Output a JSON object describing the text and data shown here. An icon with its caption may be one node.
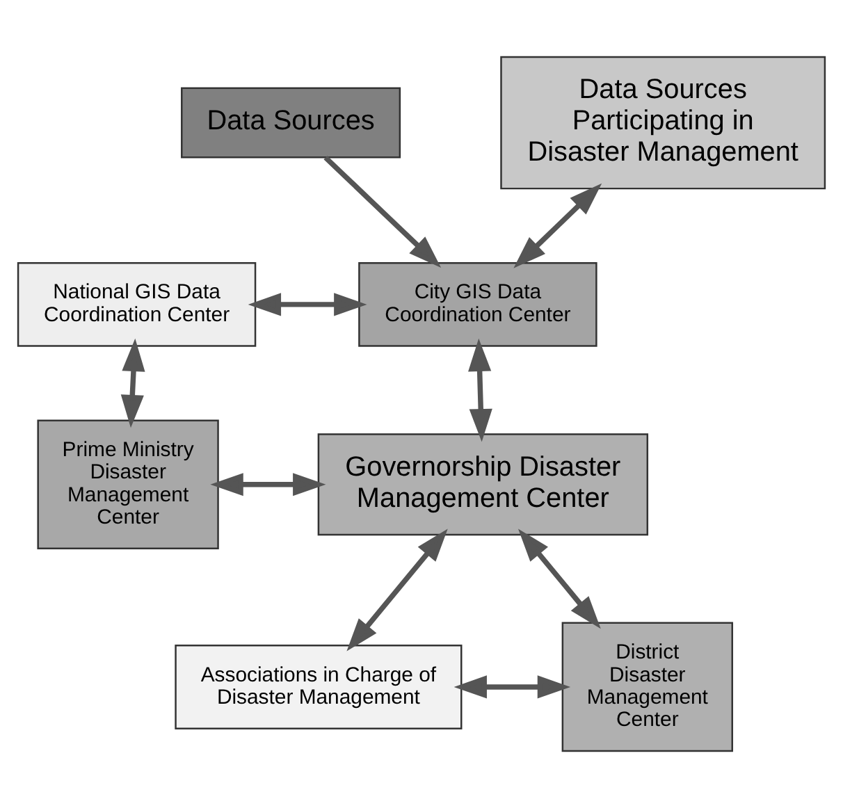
{
  "diagram": {
    "nodes": [
      {
        "text": [
          "Data Sources"
        ]
      },
      {
        "text": [
          "Data Sources Participating in Disaster Management"
        ]
      },
      {
        "text": [
          "National GIS Data Coordination Center"
        ]
      },
      {
        "text": [
          "City GIS Data Coordination Center"
        ]
      },
      {
        "text": [
          "Prime Ministry Disaster Management Center"
        ]
      },
      {
        "text": [
          "Governorship Disaster Management Center"
        ]
      },
      {
        "text": [
          "Associations in Charge of Disaster Management"
        ]
      },
      {
        "text": [
          "District Disaster Management Center"
        ]
      }
    ],
    "edges": [
      {
        "from": 0,
        "to": 3,
        "arrow": "to"
      },
      {
        "from": 1,
        "to": 3,
        "arrow": "both"
      },
      {
        "from": 2,
        "to": 3,
        "arrow": "both"
      },
      {
        "from": 2,
        "to": 4,
        "arrow": "both"
      },
      {
        "from": 3,
        "to": 5,
        "arrow": "both"
      },
      {
        "from": 4,
        "to": 5,
        "arrow": "both"
      },
      {
        "from": 5,
        "to": 6,
        "arrow": "both"
      },
      {
        "from": 5,
        "to": 7,
        "arrow": "both"
      },
      {
        "from": 6,
        "to": 7,
        "arrow": "both"
      }
    ]
  }
}
